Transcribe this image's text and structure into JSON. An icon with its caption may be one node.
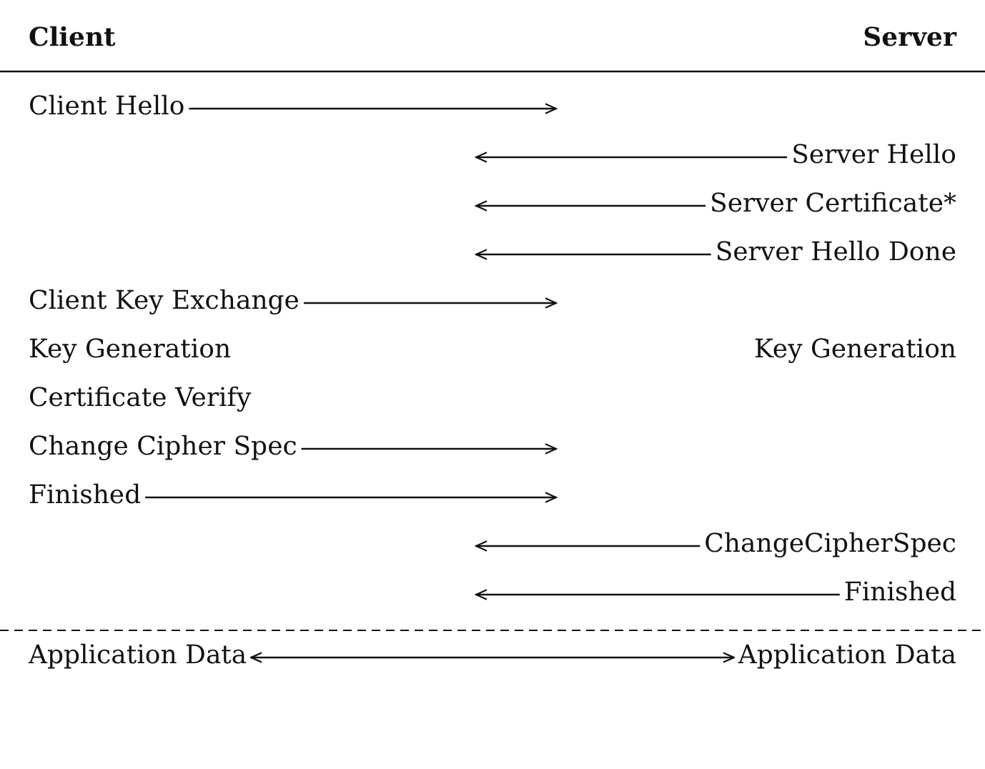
{
  "diagram": {
    "nodes": [
      {
        "text": [
          "Client Hello"
        ]
      },
      {
        "text": [
          "Server Hello"
        ]
      },
      {
        "text": [
          "Server Certificate*"
        ]
      },
      {
        "text": [
          "Server Hello Done"
        ]
      },
      {
        "text": [
          "Client Key Exchange"
        ]
      },
      {
        "text": [
          "Key Generation"
        ]
      },
      {
        "text": [
          "Key Generation"
        ]
      },
      {
        "text": [
          "Certificate Verify"
        ]
      },
      {
        "text": [
          "Change Cipher Spec"
        ]
      },
      {
        "text": [
          "Finished"
        ]
      },
      {
        "text": [
          "ChangeCipherSpec"
        ]
      },
      {
        "text": [
          "Finished"
        ]
      },
      {
        "text": [
          "Application Data"
        ]
      },
      {
        "text": [
          "Application Data"
        ]
      }
    ],
    "edges": [
      {
        "from": 0,
        "to": null,
        "arrow": "to"
      },
      {
        "from": 1,
        "to": null,
        "arrow": "to"
      },
      {
        "from": 2,
        "to": null,
        "arrow": "to"
      },
      {
        "from": 3,
        "to": null,
        "arrow": "to"
      },
      {
        "from": 4,
        "to": null,
        "arrow": "to"
      },
      {
        "from": 8,
        "to": null,
        "arrow": "to"
      },
      {
        "from": 9,
        "to": null,
        "arrow": "to"
      },
      {
        "from": 10,
        "to": null,
        "arrow": "to"
      },
      {
        "from": 11,
        "to": null,
        "arrow": "to"
      },
      {
        "from": 12,
        "to": 13,
        "arrow": "both"
      }
    ],
    "labels": [
      "Client",
      "Server"
    ]
  }
}
